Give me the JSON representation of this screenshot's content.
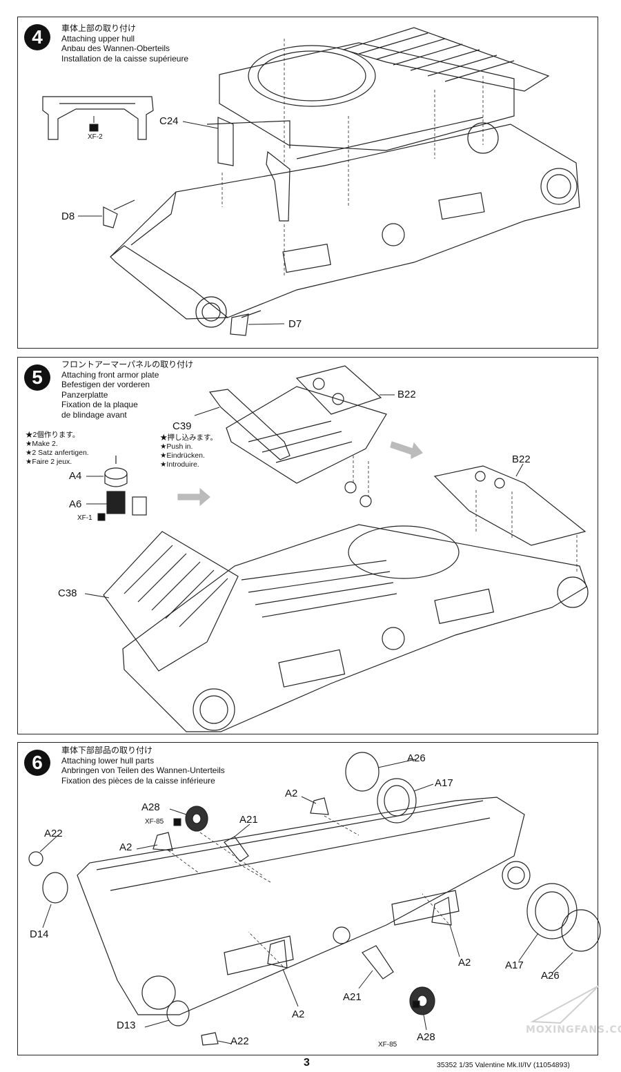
{
  "step4": {
    "number": "4",
    "titles": [
      "車体上部の取り付け",
      "Attaching upper hull",
      "Anbau des Wannen-Oberteils",
      "Installation de la caisse supérieure"
    ],
    "paint": "XF-2",
    "parts": {
      "c24": "C24",
      "d8": "D8",
      "d7": "D7"
    }
  },
  "step5": {
    "number": "5",
    "titles": [
      "フロントアーマーパネルの取り付け",
      "Attaching front armor plate",
      "Befestigen der vorderen",
      "Panzerplatte",
      "Fixation de la plaque",
      "de blindage avant"
    ],
    "make2": [
      "2個作ります。",
      "Make 2.",
      "2 Satz anfertigen.",
      "Faire 2 jeux."
    ],
    "pushin": [
      "押し込みます。",
      "Push in.",
      "Eindrücken.",
      "Introduire."
    ],
    "paint": "XF-1",
    "parts": {
      "a4": "A4",
      "a6": "A6",
      "c39": "C39",
      "b22_top": "B22",
      "b22_right": "B22",
      "c38": "C38"
    }
  },
  "step6": {
    "number": "6",
    "titles": [
      "車体下部部品の取り付け",
      "Attaching lower hull parts",
      "Anbringen von Teilen des Wannen-Unterteils",
      "Fixation des pièces de la caisse inférieure"
    ],
    "paint_top": "XF-85",
    "paint_bottom": "XF-85",
    "parts": {
      "a26_top": "A26",
      "a17_top": "A17",
      "a28_top": "A28",
      "a21_top": "A21",
      "a2_top": "A2",
      "a2_left": "A2",
      "a22_top": "A22",
      "d14": "D14",
      "a2_right": "A2",
      "a17_right": "A17",
      "a26_right": "A26",
      "a21_bottom": "A21",
      "a2_bottom": "A2",
      "d13": "D13",
      "a22_bottom": "A22",
      "a28_bottom": "A28"
    }
  },
  "footer": {
    "page": "3",
    "code": "35352  1/35 Valentine Mk.II/IV (11054893)"
  },
  "watermark": "MOXINGFANS.COM"
}
